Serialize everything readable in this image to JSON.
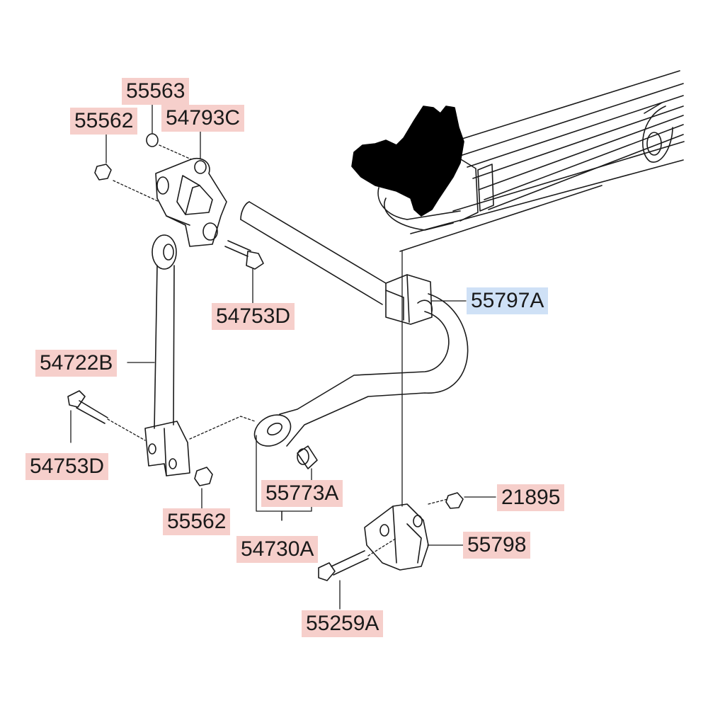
{
  "colors": {
    "label_background": "#f6cfcb",
    "highlight_background": "#cfe1f6",
    "line_color": "#1a1a1a"
  },
  "parts": {
    "p55563": "55563",
    "p55562_top": "55562",
    "p54793C": "54793C",
    "p54753D_top": "54753D",
    "p54722B": "54722B",
    "p54753D_left": "54753D",
    "p55562_bottom": "55562",
    "p55773A": "55773A",
    "p54730A": "54730A",
    "p55797A": "55797A",
    "p21895": "21895",
    "p55798": "55798",
    "p55259A": "55259A"
  }
}
